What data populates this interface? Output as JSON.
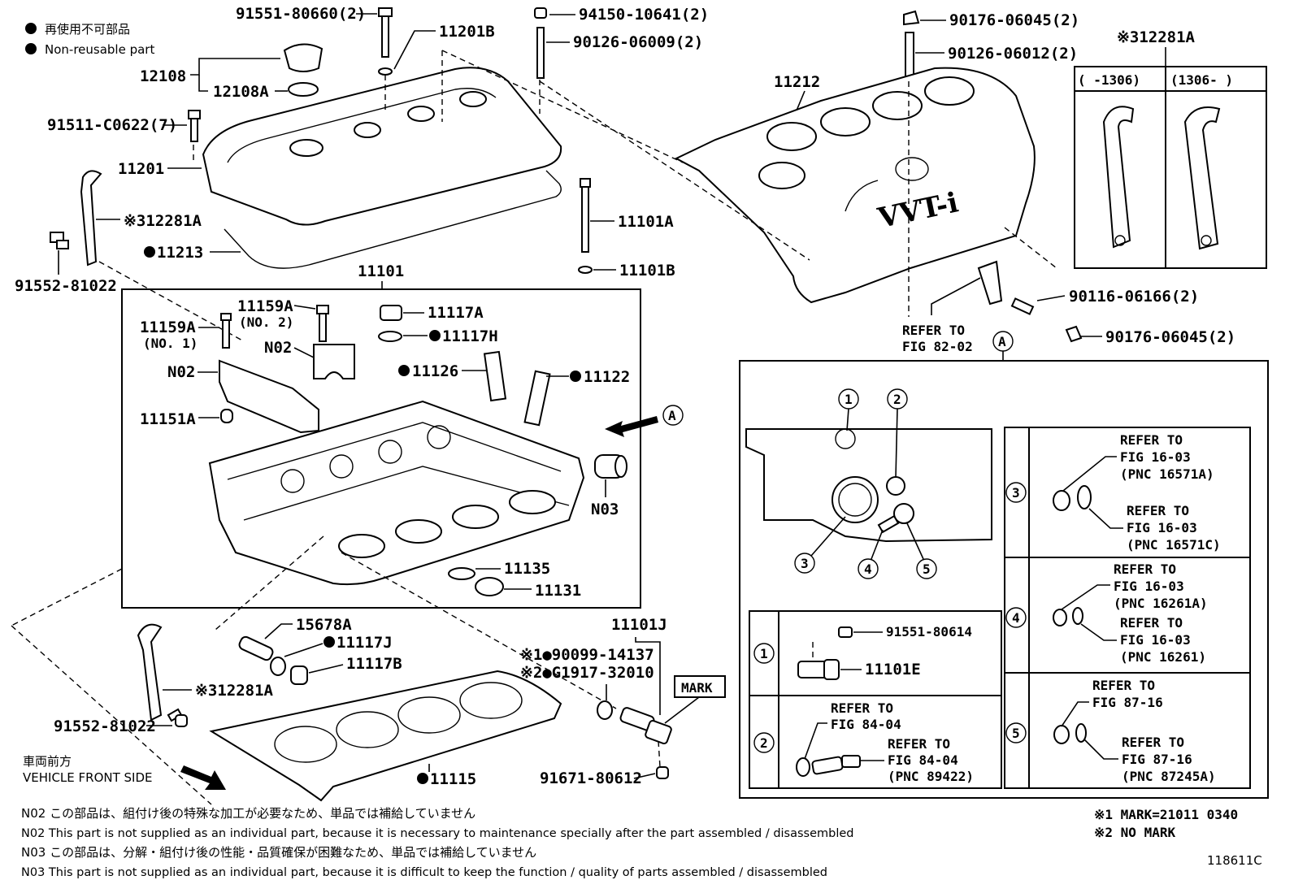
{
  "legend": {
    "non_reusable_jp": "再使用不可部品",
    "non_reusable_en": "Non-reusable part"
  },
  "labels": {
    "p91551_80660": "91551-80660(2)",
    "p11201B": "11201B",
    "p94150_10641": "94150-10641(2)",
    "p90126_06009": "90126-06009(2)",
    "p12108": "12108",
    "p12108A": "12108A",
    "p91511_C0622": "91511-C0622(7)",
    "p11201": "11201",
    "p12281A_top": "※312281A",
    "p11213": "11213",
    "p91552_81022_top": "91552-81022",
    "p11101": "11101",
    "p11101A": "11101A",
    "p11101B": "11101B",
    "p11159A_no2": "11159A",
    "p11159A_no2_sub": "(NO. 2)",
    "p11159A_no1": "11159A",
    "p11159A_no1_sub": "(NO. 1)",
    "p11117A": "11117A",
    "p11117H": "11117H",
    "pN02_a": "N02",
    "pN02_b": "N02",
    "p11126": "11126",
    "p11122": "11122",
    "p11151A": "11151A",
    "pA_arrow": "A",
    "pN03": "N03",
    "p11135": "11135",
    "p11131": "11131",
    "p15678A": "15678A",
    "p11117J": "11117J",
    "p11117B": "11117B",
    "p12281A_bottom": "※312281A",
    "p91552_81022_bottom": "91552-81022",
    "p11101J": "11101J",
    "p90099_14137": "※1●90099-14137",
    "pG1917_32010": "※2●G1917-32010",
    "pMARK": "MARK",
    "p11115": "11115",
    "p91671_80612": "91671-80612",
    "p90176_06045_top": "90176-06045(2)",
    "p90126_06012": "90126-06012(2)",
    "p11212": "11212",
    "vvti": "VVT-i",
    "p90116_06166": "90116-06166(2)",
    "p90176_06045_bottom": "90176-06045(2)",
    "refer_82_line1": "REFER TO",
    "refer_82_line2": "FIG 82-02",
    "pA_circle": "A",
    "vehicle_front_jp": "車両前方",
    "vehicle_front_en": "VEHICLE FRONT SIDE"
  },
  "inset_12281A": {
    "title": "※312281A",
    "col1": "(     -1306)",
    "col2": "(1306-      )"
  },
  "detail_a": {
    "callouts": [
      "1",
      "2",
      "3",
      "4",
      "5"
    ],
    "row1_num": "1",
    "row1_bolt": "91551-80614",
    "row1_part": "11101E",
    "row2_num": "2",
    "row2_ref1_l1": "REFER TO",
    "row2_ref1_l2": "FIG 84-04",
    "row2_ref2_l1": "REFER TO",
    "row2_ref2_l2": "FIG 84-04",
    "row2_ref2_l3": "(PNC 89422)",
    "row3_num": "3",
    "row3_ref1_l1": "REFER TO",
    "row3_ref1_l2": "FIG 16-03",
    "row3_ref1_l3": "(PNC 16571A)",
    "row3_ref2_l1": "REFER TO",
    "row3_ref2_l2": "FIG 16-03",
    "row3_ref2_l3": "(PNC 16571C)",
    "row4_num": "4",
    "row4_ref1_l1": "REFER TO",
    "row4_ref1_l2": "FIG 16-03",
    "row4_ref1_l3": "(PNC 16261A)",
    "row4_ref2_l1": "REFER TO",
    "row4_ref2_l2": "FIG 16-03",
    "row4_ref2_l3": "(PNC 16261)",
    "row5_num": "5",
    "row5_ref1_l1": "REFER TO",
    "row5_ref1_l2": "FIG 87-16",
    "row5_ref2_l1": "REFER TO",
    "row5_ref2_l2": "FIG 87-16",
    "row5_ref2_l3": "(PNC 87245A)"
  },
  "footnotes": {
    "n02_jp": "N02  この部品は、組付け後の特殊な加工が必要なため、単品では補給していません",
    "n02_en": "N02  This part is not supplied as an individual part, because it is necessary to maintenance specially after the part assembled / disassembled",
    "n03_jp": "N03  この部品は、分解・組付け後の性能・品質確保が困難なため、単品では補給していません",
    "n03_en": "N03  This part is not supplied as an individual part, because it is difficult to keep the function / quality of parts  assembled / disassembled",
    "mark1": "※1  MARK=21011 0340",
    "mark2": "※2  NO MARK",
    "figure_id": "118611C"
  }
}
